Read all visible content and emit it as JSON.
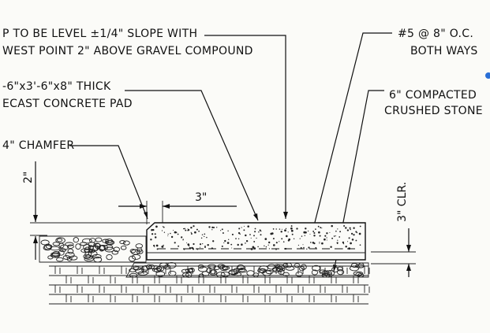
{
  "callouts": {
    "top_left_line1": "P TO BE LEVEL ±1/4\" SLOPE WITH",
    "top_left_line2": "WEST POINT 2\" ABOVE GRAVEL COMPOUND",
    "rebar_line1": "#5 @ 8\" O.C.",
    "rebar_line2": "BOTH WAYS",
    "pad_line1": "-6\"x3'-6\"x8\" THICK",
    "pad_line2": "ECAST CONCRETE PAD",
    "stone_line1": "6\" COMPACTED",
    "stone_line2": "CRUSHED STONE",
    "chamfer": "4\" CHAMFER"
  },
  "dimensions": {
    "height_left": "2\"",
    "width_top": "3\"",
    "clearance": "3\" CLR."
  },
  "colors": {
    "ink": "#111111",
    "paper": "#fbfbf8",
    "accent_dot": "#2a6fd6"
  }
}
